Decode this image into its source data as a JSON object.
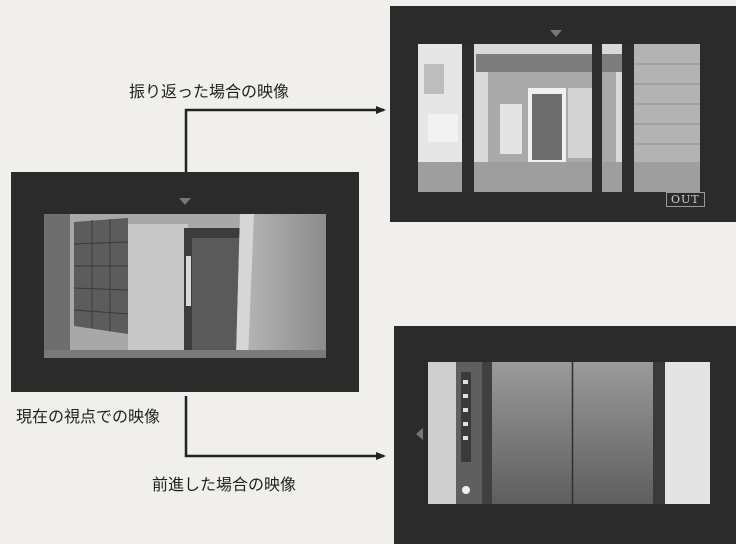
{
  "diagram": {
    "current_view_label": "現在の視点での映像",
    "turn_around_label": "振り返った場合の映像",
    "forward_label": "前進した場合の映像",
    "out_badge": "OUT"
  }
}
